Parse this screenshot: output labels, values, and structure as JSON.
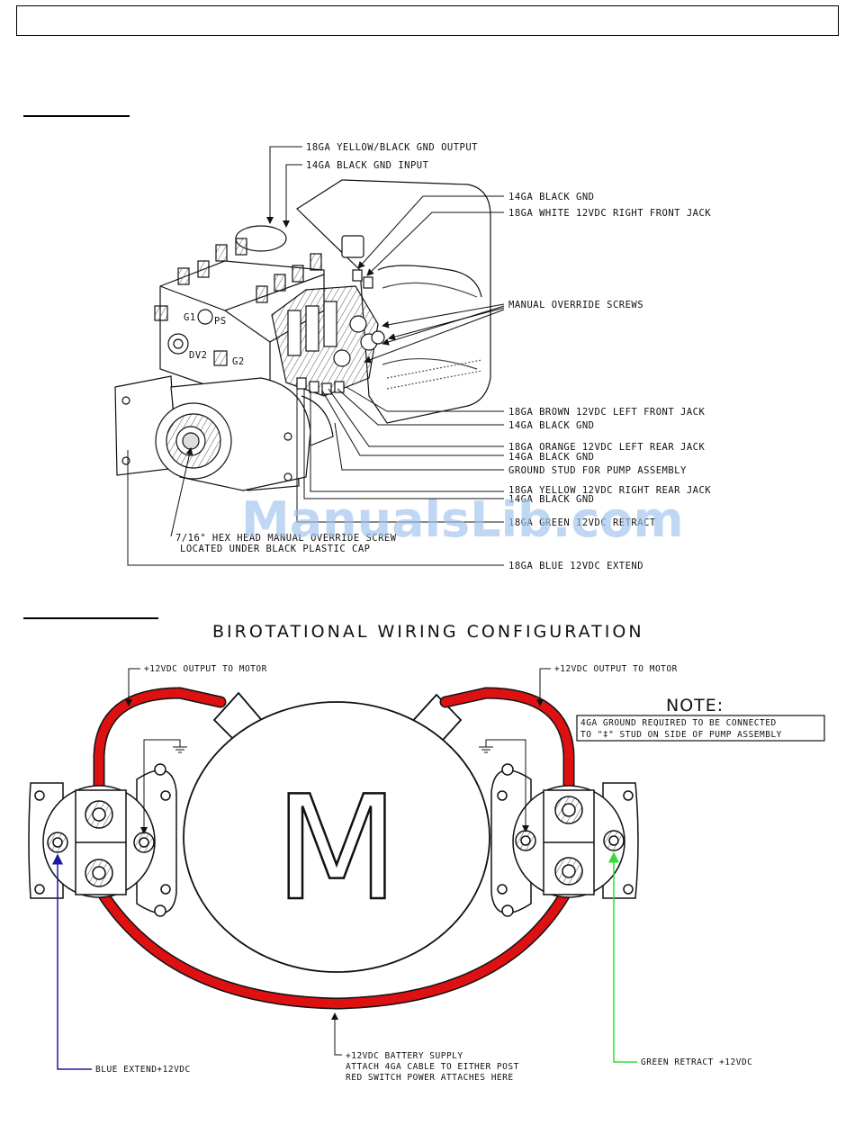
{
  "header": {
    "text": ""
  },
  "pump_callouts": [
    "18GA YELLOW/BLACK GND OUTPUT",
    "14GA BLACK GND INPUT",
    "14GA BLACK GND",
    "18GA WHITE 12VDC RIGHT FRONT JACK",
    "MANUAL OVERRIDE SCREWS",
    "18GA BROWN 12VDC LEFT FRONT JACK",
    "14GA BLACK GND",
    "18GA ORANGE 12VDC LEFT REAR JACK",
    "14GA BLACK GND",
    "GROUND STUD FOR PUMP ASSEMBLY",
    "18GA YELLOW 12VDC RIGHT REAR JACK",
    "14GA BLACK GND",
    "18GA GREEN 12VDC RETRACT",
    "7/16\" HEX HEAD MANUAL OVERRIDE SCREW",
    "LOCATED UNDER BLACK PLASTIC CAP",
    "18GA BLUE 12VDC EXTEND"
  ],
  "port_labels": [
    "G1",
    "PS",
    "DV2",
    "G2"
  ],
  "watermark": "ManualsLib.com",
  "wiring": {
    "title": "BIROTATIONAL WIRING CONFIGURATION",
    "motor_letter": "M",
    "left_output": "+12VDC OUTPUT TO MOTOR",
    "right_output": "+12VDC OUTPUT TO MOTOR",
    "note_title": "NOTE:",
    "note_line1": "4GA GROUND REQUIRED TO BE CONNECTED",
    "note_line2": "TO \"‡\" STUD ON SIDE OF PUMP ASSEMBLY",
    "blue_label": "BLUE EXTEND+12VDC",
    "battery_line1": "+12VDC BATTERY SUPPLY",
    "battery_line2": "ATTACH 4GA CABLE TO EITHER POST",
    "battery_line3": "RED SWITCH POWER ATTACHES HERE",
    "green_label": "GREEN RETRACT +12VDC"
  },
  "colors": {
    "cable": "#dd1111",
    "blue_wire": "#1a1aa0",
    "green_wire": "#33dd33",
    "line": "#111111"
  }
}
